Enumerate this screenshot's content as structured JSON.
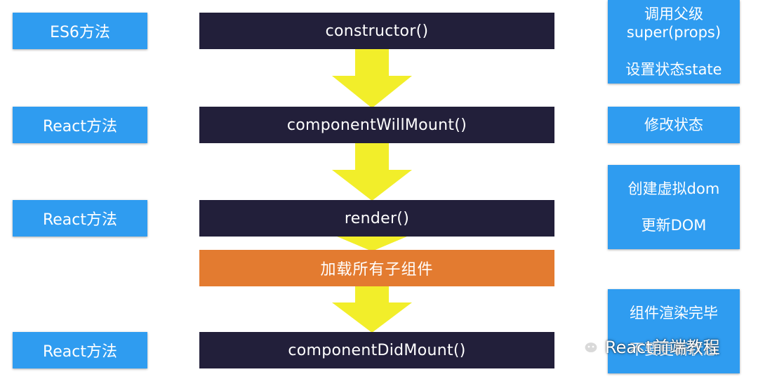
{
  "left_labels": [
    "ES6方法",
    "React方法",
    "React方法",
    "React方法"
  ],
  "steps": [
    "constructor()",
    "componentWillMount()",
    "render()",
    "componentDidMount()"
  ],
  "child_load": "加载所有子组件",
  "notes": {
    "constructor": [
      "调用父级",
      "super(props)",
      "",
      "设置状态state"
    ],
    "will_mount": [
      "修改状态"
    ],
    "render": [
      "创建虚拟dom",
      "",
      "更新DOM"
    ],
    "did_mount": [
      "组件渲染完毕",
      "",
      "不要更新状态"
    ]
  },
  "watermark": "React前端教程",
  "colors": {
    "blue": "#2f9cf0",
    "dark": "#221f3a",
    "orange": "#e37b30",
    "arrow": "#f2ee2a"
  }
}
